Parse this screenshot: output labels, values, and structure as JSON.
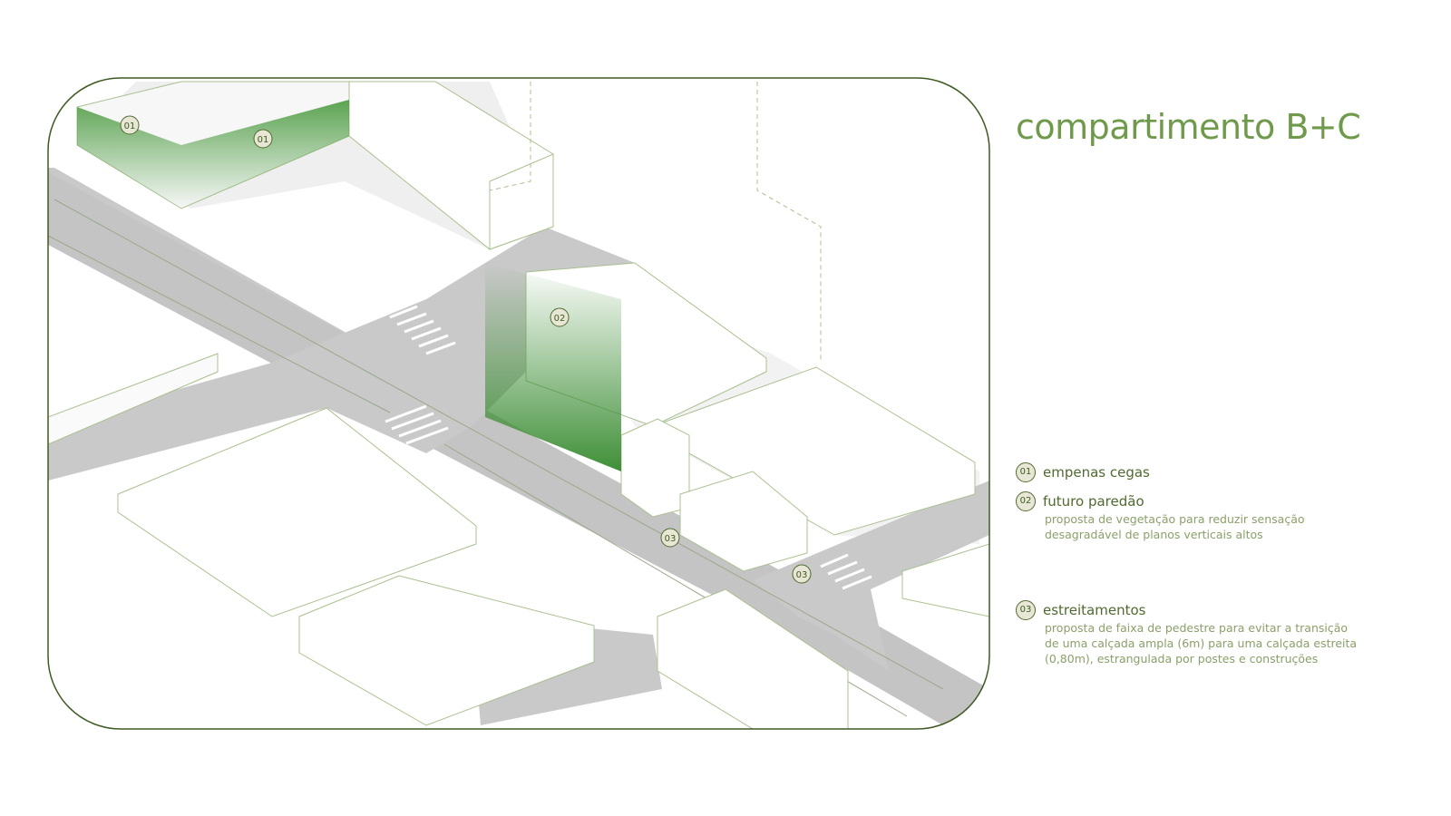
{
  "title": "compartimento B+C",
  "colors": {
    "accent": "#6f9a4b",
    "frame": "#4f6a2e",
    "road": "#c9c9c9",
    "green": "#4a9a3f"
  },
  "map_markers": [
    "01",
    "01",
    "02",
    "03",
    "03"
  ],
  "legend": [
    {
      "number": "01",
      "title": "empenas cegas",
      "description": ""
    },
    {
      "number": "02",
      "title": "futuro paredão",
      "description": "proposta de vegetação para reduzir sensação desagradável de planos verticais altos"
    },
    {
      "number": "03",
      "title": "estreitamentos",
      "description": "proposta de faixa de pedestre para evitar a transição de uma calçada ampla (6m) para uma calçada estreita (0,80m), estrangulada por postes e construções"
    }
  ]
}
